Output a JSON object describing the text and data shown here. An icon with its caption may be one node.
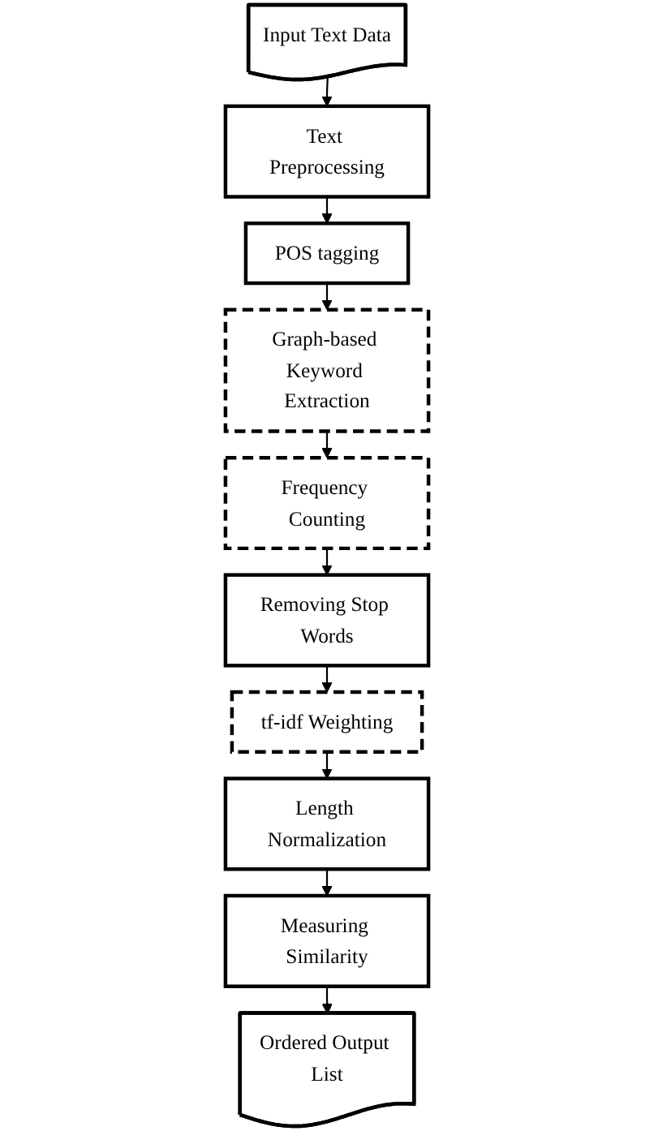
{
  "diagram": {
    "nodes": [
      {
        "text": [
          "Input Text Data"
        ]
      },
      {
        "text": [
          "Text Preprocessing"
        ]
      },
      {
        "text": [
          "POS tagging"
        ]
      },
      {
        "text": [
          "Graph-based Keyword Extraction"
        ]
      },
      {
        "text": [
          "Frequency Counting"
        ]
      },
      {
        "text": [
          "Removing Stop Words"
        ]
      },
      {
        "text": [
          "tf-idf Weighting"
        ]
      },
      {
        "text": [
          "Length Normalization"
        ]
      },
      {
        "text": [
          "Measuring Similarity"
        ]
      },
      {
        "text": [
          "Ordered Output List"
        ]
      }
    ],
    "edges": [
      {
        "from": 0,
        "to": 1,
        "arrow": "to"
      },
      {
        "from": 1,
        "to": 2,
        "arrow": "to"
      },
      {
        "from": 2,
        "to": 3,
        "arrow": "to"
      },
      {
        "from": 3,
        "to": 4,
        "arrow": "to"
      },
      {
        "from": 4,
        "to": 5,
        "arrow": "to"
      },
      {
        "from": 5,
        "to": 6,
        "arrow": "to"
      },
      {
        "from": 6,
        "to": 7,
        "arrow": "to"
      },
      {
        "from": 7,
        "to": 8,
        "arrow": "to"
      },
      {
        "from": 8,
        "to": 9,
        "arrow": "to"
      }
    ]
  }
}
